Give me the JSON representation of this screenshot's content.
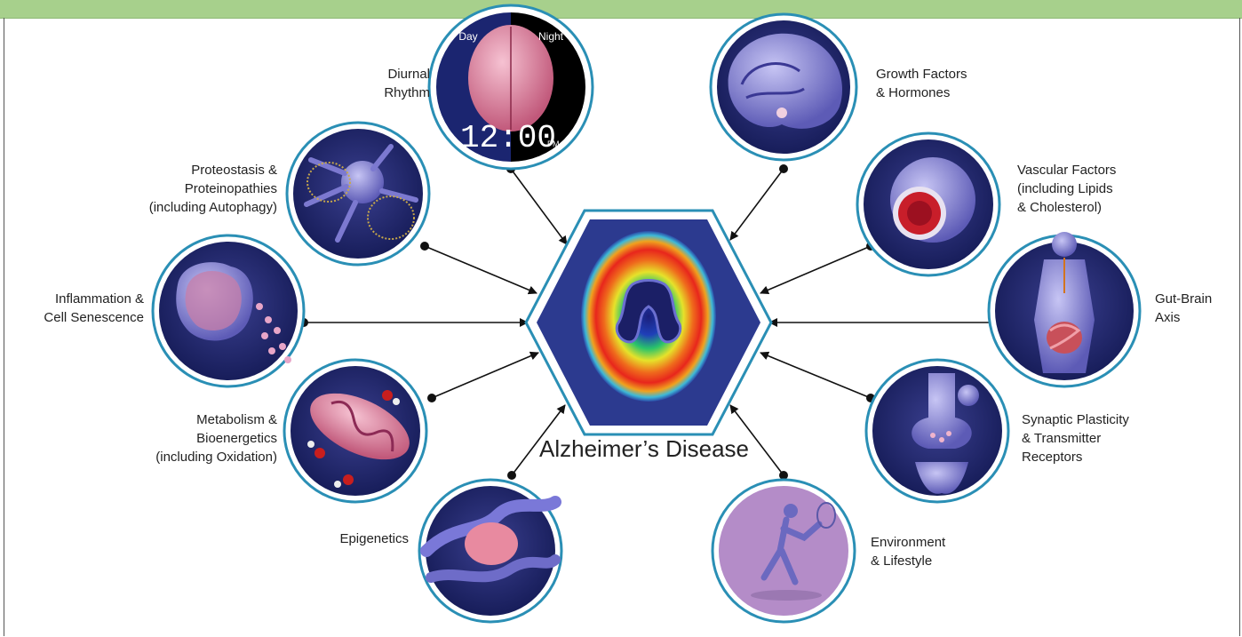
{
  "center": {
    "title": "Alzheimer’s Disease"
  },
  "factors": [
    {
      "id": "diurnal",
      "lines": [
        "Diurnal",
        "Rhythm"
      ],
      "image": {
        "day_label": "Day",
        "night_label": "Night",
        "clock_text": "12:00",
        "clock_suffix": "PM"
      }
    },
    {
      "id": "proteostasis",
      "lines": [
        "Proteostasis &",
        "Proteinopathies",
        "(including Autophagy)"
      ]
    },
    {
      "id": "inflammation",
      "lines": [
        "Inflammation &",
        "Cell Senescence"
      ]
    },
    {
      "id": "metabolism",
      "lines": [
        "Metabolism &",
        "Bioenergetics",
        "(including Oxidation)"
      ]
    },
    {
      "id": "epigenetics",
      "lines": [
        "Epigenetics"
      ]
    },
    {
      "id": "growth",
      "lines": [
        "Growth Factors",
        "& Hormones"
      ]
    },
    {
      "id": "vascular",
      "lines": [
        "Vascular Factors",
        "(including Lipids",
        "& Cholesterol)"
      ]
    },
    {
      "id": "gutbrain",
      "lines": [
        "Gut-Brain",
        "Axis"
      ]
    },
    {
      "id": "synaptic",
      "lines": [
        "Synaptic Plasticity",
        "& Transmitter",
        "Receptors"
      ]
    },
    {
      "id": "environment",
      "lines": [
        "Environment",
        "& Lifestyle"
      ]
    }
  ],
  "colors": {
    "circle_ring": "#2a8fb5",
    "circle_fill": "#1f2a6b",
    "hexagon_ring": "#2a8fb5",
    "hexagon_fill": "#2c3a8f",
    "top_bar": "#a7d08c",
    "arrow": "#111111"
  }
}
